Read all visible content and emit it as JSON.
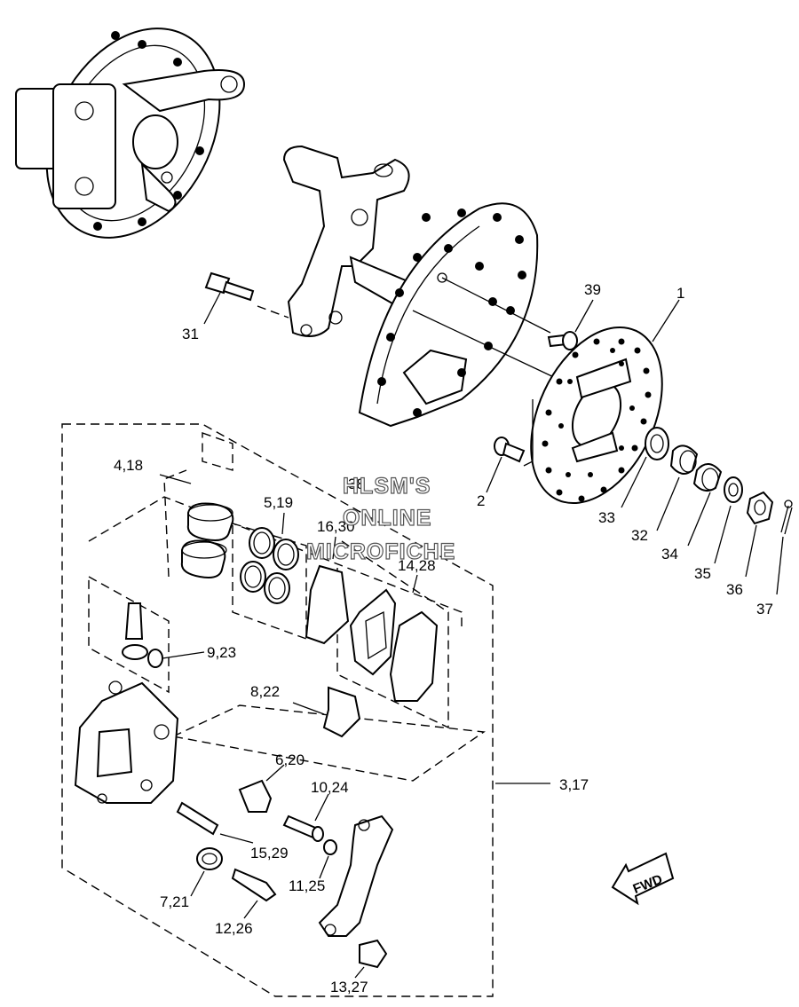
{
  "callouts": {
    "c1": "1",
    "c2": "2",
    "c31": "31",
    "c39": "39",
    "c38": "38",
    "c4_18": "4,18",
    "c5_19": "5,19",
    "c16_30": "16,30",
    "c14_28": "14,28",
    "c9_23": "9,23",
    "c8_22": "8,22",
    "c6_20": "6,20",
    "c10_24": "10,24",
    "c3_17": "3,17",
    "c15_29": "15,29",
    "c11_25": "11,25",
    "c7_21": "7,21",
    "c12_26": "12,26",
    "c13_27": "13,27",
    "c33": "33",
    "c32": "32",
    "c34": "34",
    "c35": "35",
    "c36": "36",
    "c37": "37"
  },
  "watermark": {
    "line1": "HLSM'S",
    "line2": "ONLINE",
    "line3": "MICROFICHE"
  },
  "fwd_label": "FWD"
}
